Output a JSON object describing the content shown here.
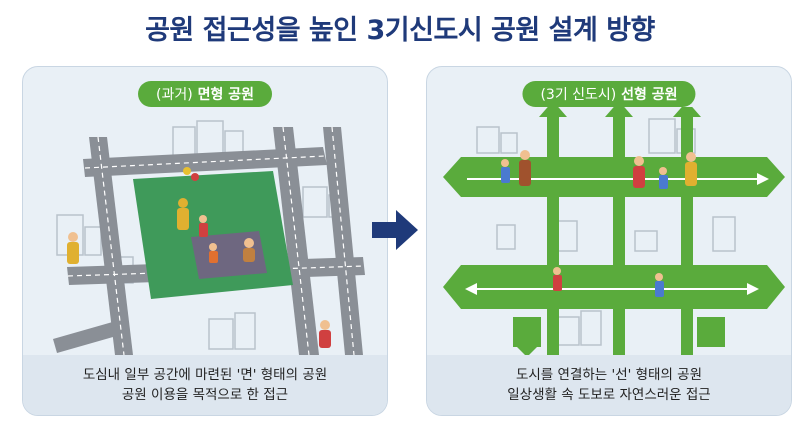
{
  "title": "공원 접근성을 높인 3기신도시 공원 설계 방향",
  "left_panel": {
    "label_prefix": "(과거)",
    "label_main": "면형 공원",
    "caption_line1": "도심내 일부 공간에 마련된 '면' 형태의 공원",
    "caption_line2": "공원 이용을 목적으로 한 접근"
  },
  "right_panel": {
    "label_prefix": "(3기 신도시)",
    "label_main": "선형 공원",
    "caption_line1": "도시를 연결하는 '선' 형태의 공원",
    "caption_line2": "일상생활 속 도보로 자연스러운 접근"
  },
  "colors": {
    "title": "#1f3a7a",
    "pill": "#5aab3c",
    "road": "#8a8f96",
    "park": "#5aab3c",
    "arrow": "#1f3a7a"
  }
}
